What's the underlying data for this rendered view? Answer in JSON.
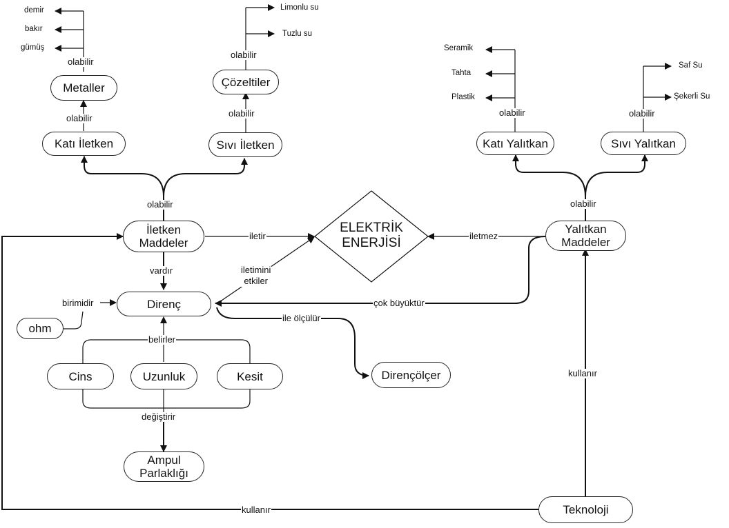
{
  "diagram": {
    "center": {
      "line1": "ELEKTRİK",
      "line2": "ENERJİSİ"
    },
    "nodes": {
      "metaller": "Metaller",
      "cozeltiler": "Çözeltiler",
      "kati_iletken": "Katı İletken",
      "sivi_iletken": "Sıvı İletken",
      "kati_yalitkan": "Katı Yalıtkan",
      "sivi_yalitkan": "Sıvı Yalıtkan",
      "iletken_maddeler": {
        "line1": "İletken",
        "line2": "Maddeler"
      },
      "yalitkan_maddeler": {
        "line1": "Yalıtkan",
        "line2": "Maddeler"
      },
      "direnc": "Direnç",
      "ohm": "ohm",
      "cins": "Cins",
      "uzunluk": "Uzunluk",
      "kesit": "Kesit",
      "direncolcer": "Dirençölçer",
      "ampul": {
        "line1": "Ampul",
        "line2": "Parlaklığı"
      },
      "teknoloji": "Teknoloji"
    },
    "leaves": {
      "metals": [
        "demir",
        "bakır",
        "gümüş"
      ],
      "solutions": [
        "Limonlu su",
        "Tuzlu su"
      ],
      "solid_insulators": [
        "Seramik",
        "Tahta",
        "Plastik"
      ],
      "liquid_insulators": [
        "Saf Su",
        "Şekerli Su"
      ]
    },
    "links": {
      "olabilir": "olabilir",
      "iletir": "iletir",
      "iletmez": "iletmez",
      "vardir": "vardır",
      "iletimini_etkiler": {
        "line1": "iletimini",
        "line2": "etkiler"
      },
      "birimidir": "birimidir",
      "cok_buyuktur": "çok büyüktür",
      "ile_olculur": "ile ölçülür",
      "belirler": "belirler",
      "degistirir": "değiştirir",
      "kullanir": "kullanır"
    }
  }
}
